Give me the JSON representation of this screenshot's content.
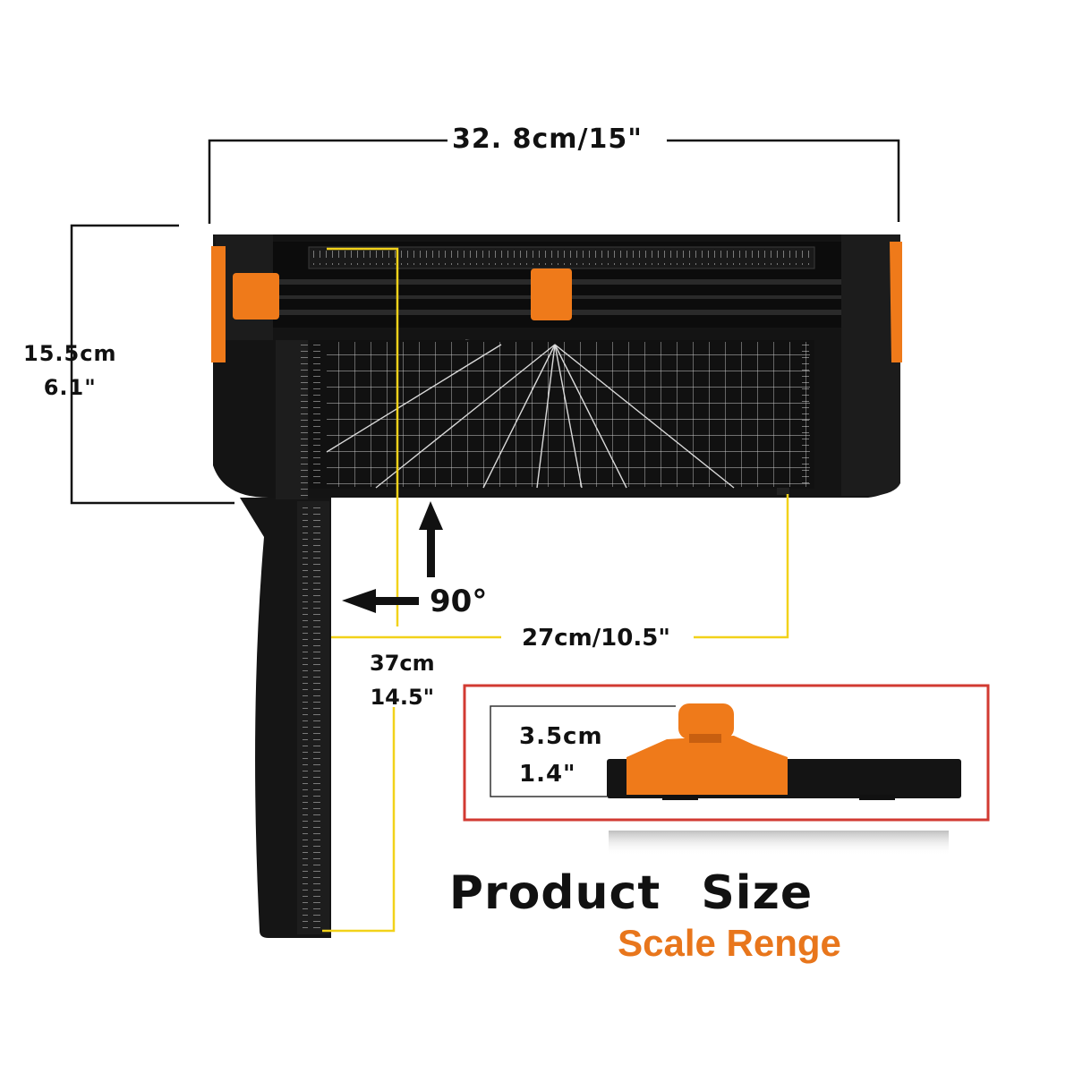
{
  "dimensions": {
    "width": "32. 8cm/15\"",
    "height_cm": "15.5cm",
    "height_in": "6.1\"",
    "angle": "90°",
    "cut_length": "27cm/10.5\"",
    "ruler_cm": "37cm",
    "ruler_in": "14.5\"",
    "thickness_cm": "3.5cm",
    "thickness_in": "1.4\""
  },
  "title": {
    "main": "Product  Size",
    "sub": "Scale Renge"
  },
  "colors": {
    "body": "#141414",
    "accent": "#ef7a1a",
    "guide_line": "#f2d21a",
    "inset_border": "#d23a32",
    "dimension_line": "#111111",
    "subtitle": "#e8761c"
  },
  "icons": [
    "arrow-up-icon",
    "arrow-left-icon"
  ]
}
